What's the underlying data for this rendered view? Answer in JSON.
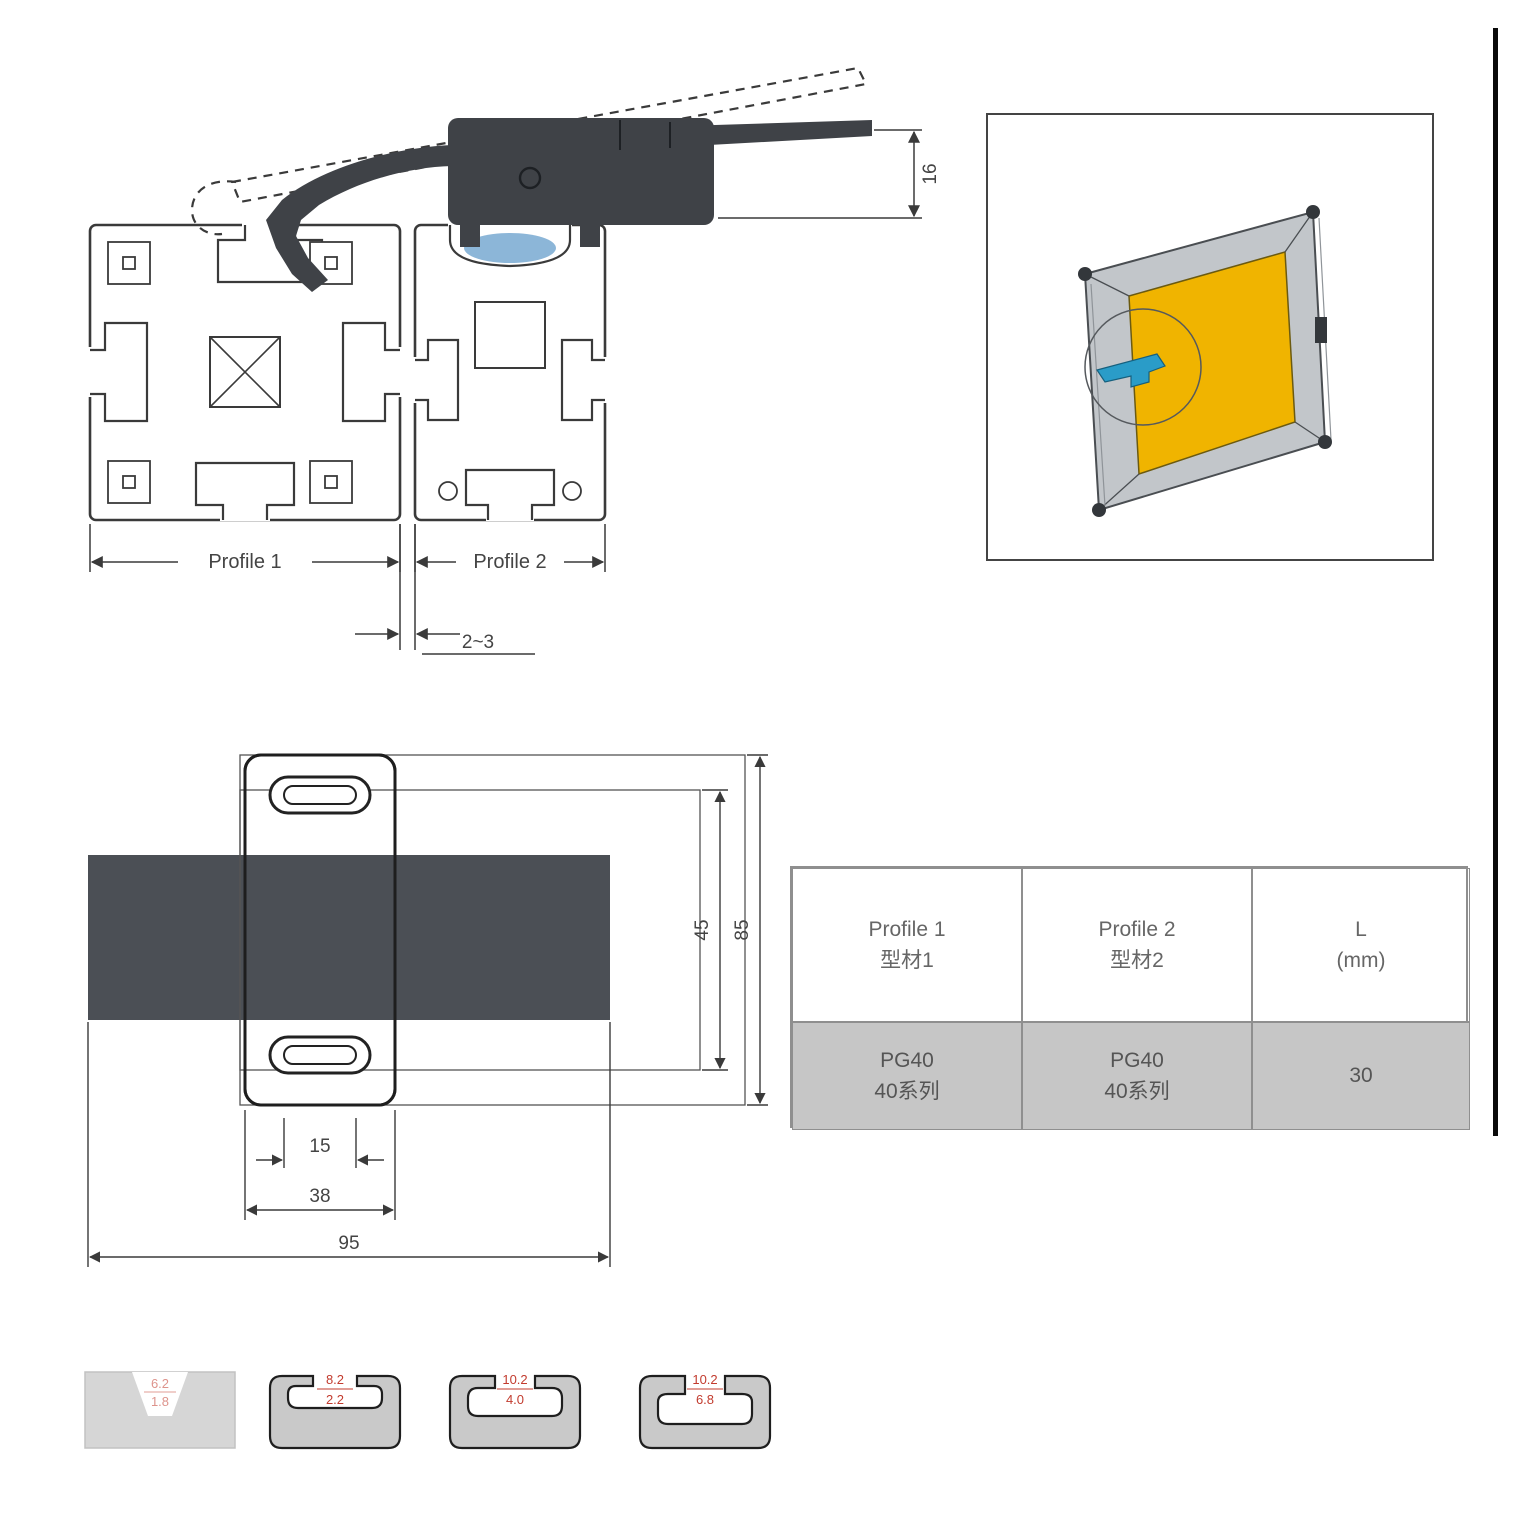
{
  "colors": {
    "line": "#3a3a3a",
    "latch_dark": "#3f4247",
    "insert_blue": "#8cb6d8",
    "handle_blue": "#2a9cc8",
    "panel_yellow": "#f0b400",
    "frame_gray": "#c2c6ca",
    "bar_dark": "#4b4f55",
    "table_row_bg": "#c6c6c6",
    "icon_gray": "#c9c9c9",
    "dim_red": "#c23b2e"
  },
  "cross_section": {
    "profile1_label": "Profile 1",
    "profile2_label": "Profile 2",
    "gap_dim": "2~3",
    "height_dim": "16"
  },
  "top_view": {
    "dims": {
      "slot": "15",
      "plate": "38",
      "overall": "95",
      "inner_v": "45",
      "outer_v": "85"
    }
  },
  "table": {
    "headers": [
      {
        "line1": "Profile 1",
        "line2": "型材1"
      },
      {
        "line1": "Profile 2",
        "line2": "型材2"
      },
      {
        "line1": "L",
        "line2": "(mm)"
      }
    ],
    "rows": [
      [
        {
          "line1": "PG40",
          "line2": "40系列"
        },
        {
          "line1": "PG40",
          "line2": "40系列"
        },
        {
          "line1": "30",
          "line2": ""
        }
      ]
    ]
  },
  "slot_icons": [
    {
      "dim_top": "6.2",
      "dim_bottom": "1.8"
    },
    {
      "dim_top": "8.2",
      "dim_bottom": "2.2"
    },
    {
      "dim_top": "10.2",
      "dim_bottom": "4.0"
    },
    {
      "dim_top": "10.2",
      "dim_bottom": "6.8"
    }
  ]
}
